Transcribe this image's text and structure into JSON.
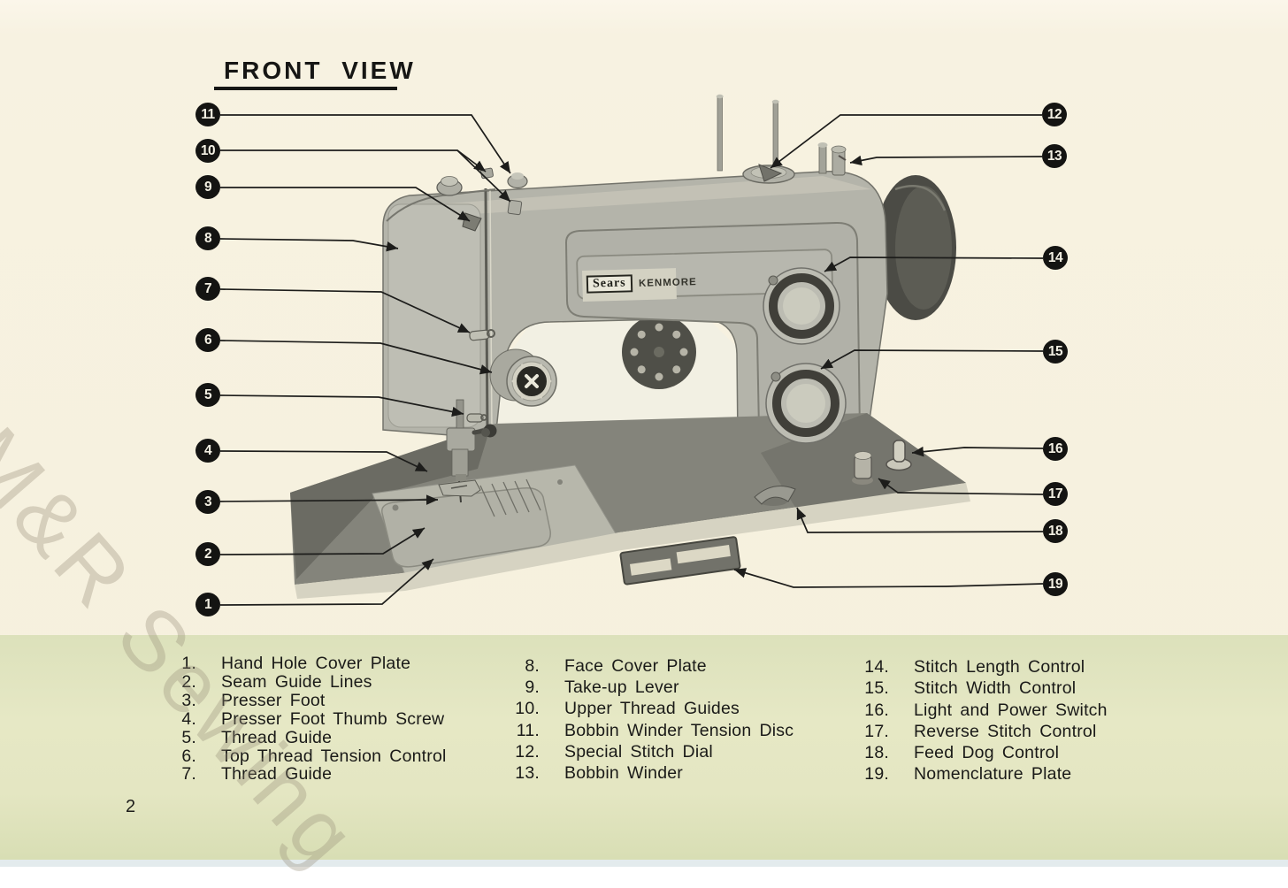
{
  "page": {
    "title": "FRONT VIEW",
    "page_number": "2",
    "watermark": "M&R Sewing"
  },
  "machine": {
    "brand": "Sears",
    "model": "KENMORE"
  },
  "colors": {
    "paper": "#f7f2e1",
    "legend_band": "#e0e4bf",
    "callout_circle": "#141412",
    "line": "#1d1d1b"
  },
  "callouts": {
    "left": [
      {
        "num": "11"
      },
      {
        "num": "10"
      },
      {
        "num": "9"
      },
      {
        "num": "8"
      },
      {
        "num": "7"
      },
      {
        "num": "6"
      },
      {
        "num": "5"
      },
      {
        "num": "4"
      },
      {
        "num": "3"
      },
      {
        "num": "2"
      },
      {
        "num": "1"
      }
    ],
    "right": [
      {
        "num": "12"
      },
      {
        "num": "13"
      },
      {
        "num": "14"
      },
      {
        "num": "15"
      },
      {
        "num": "16"
      },
      {
        "num": "17"
      },
      {
        "num": "18"
      },
      {
        "num": "19"
      }
    ]
  },
  "legend": {
    "col1": [
      {
        "num": "1.",
        "label": "Hand Hole Cover Plate"
      },
      {
        "num": "2.",
        "label": "Seam Guide Lines"
      },
      {
        "num": "3.",
        "label": "Presser Foot"
      },
      {
        "num": "4.",
        "label": "Presser Foot Thumb Screw"
      },
      {
        "num": "5.",
        "label": "Thread Guide"
      },
      {
        "num": "6.",
        "label": "Top Thread Tension Control"
      },
      {
        "num": "7.",
        "label": "Thread Guide"
      }
    ],
    "col2": [
      {
        "num": "8.",
        "label": "Face Cover Plate"
      },
      {
        "num": "9.",
        "label": "Take-up Lever"
      },
      {
        "num": "10.",
        "label": "Upper Thread Guides"
      },
      {
        "num": "11.",
        "label": "Bobbin Winder Tension Disc"
      },
      {
        "num": "12.",
        "label": "Special Stitch Dial"
      },
      {
        "num": "13.",
        "label": "Bobbin Winder"
      }
    ],
    "col3": [
      {
        "num": "14.",
        "label": "Stitch Length Control"
      },
      {
        "num": "15.",
        "label": "Stitch Width Control"
      },
      {
        "num": "16.",
        "label": "Light and Power Switch"
      },
      {
        "num": "17.",
        "label": "Reverse Stitch Control"
      },
      {
        "num": "18.",
        "label": "Feed Dog Control"
      },
      {
        "num": "19.",
        "label": "Nomenclature Plate"
      }
    ]
  }
}
